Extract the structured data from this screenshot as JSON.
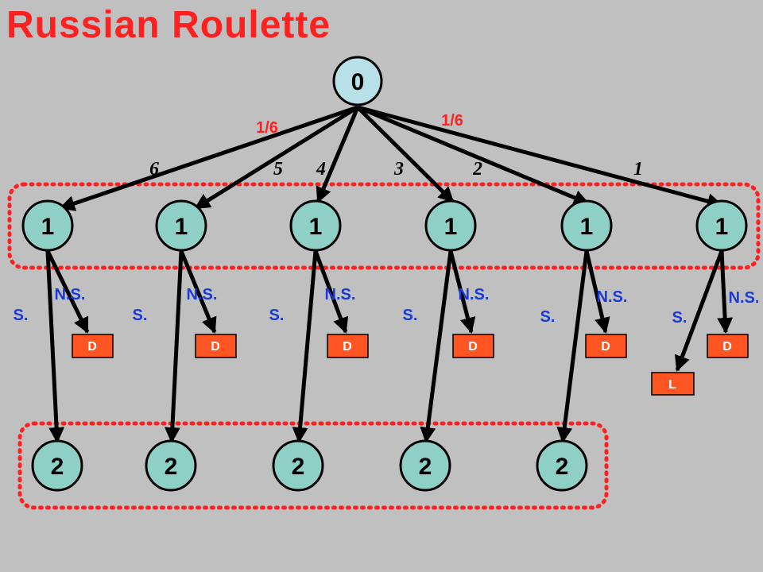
{
  "title": "Russian Roulette",
  "colors": {
    "background": "#c0c0c0",
    "title": "#ff2020",
    "node_fill": "#8ecfc6",
    "root_fill": "#b8e0e8",
    "edge": "#000000",
    "info_set": "#ff2020",
    "terminal_box": "#ff5522",
    "branch_label": "#1a3ad6"
  },
  "root": {
    "label": "0"
  },
  "probabilities": [
    "1/6",
    "1/6"
  ],
  "bullet_counts": [
    "6",
    "5",
    "4",
    "3",
    "2",
    "1"
  ],
  "level1_nodes": [
    "1",
    "1",
    "1",
    "1",
    "1",
    "1"
  ],
  "level2_nodes": [
    "2",
    "2",
    "2",
    "2",
    "2"
  ],
  "branch_labels": {
    "spin": "S.",
    "no_spin": "N.S."
  },
  "terminals": {
    "death": "D",
    "loss": "L"
  }
}
